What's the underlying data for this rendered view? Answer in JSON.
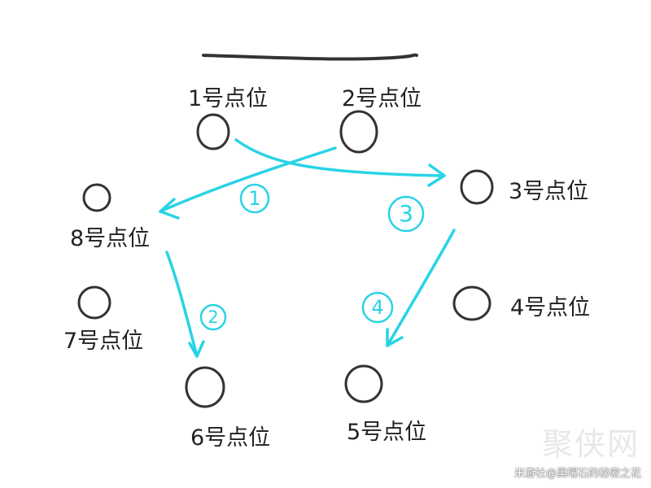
{
  "points": {
    "p1": "1号点位",
    "p2": "2号点位",
    "p3": "3号点位",
    "p4": "4号点位",
    "p5": "5号点位",
    "p6": "6号点位",
    "p7": "7号点位",
    "p8": "8号点位"
  },
  "steps": [
    "1",
    "2",
    "3",
    "4"
  ],
  "watermark": "米游社@黑曜石的秘密之花",
  "site_mark": "聚侠网",
  "colors": {
    "arrow": "#29d3e6",
    "ink": "#222222",
    "line": "#333333"
  }
}
